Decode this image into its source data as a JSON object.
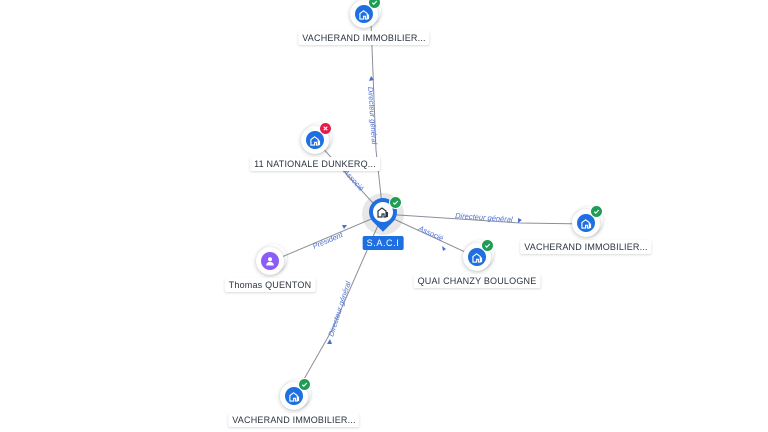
{
  "center": {
    "label": "S.A.C.I",
    "icon": "building-icon",
    "status": "active"
  },
  "nodes": [
    {
      "id": "top",
      "label": "VACHERAND IMMOBILIER...",
      "icon": "building-icon",
      "status": "active"
    },
    {
      "id": "nationale",
      "label": "11 NATIONALE DUNKERQ...",
      "icon": "building-icon",
      "status": "closed"
    },
    {
      "id": "right",
      "label": "VACHERAND IMMOBILIER...",
      "icon": "building-icon",
      "status": "active"
    },
    {
      "id": "quai",
      "label": "QUAI CHANZY BOULOGNE",
      "icon": "building-icon",
      "status": "active"
    },
    {
      "id": "thomas",
      "label": "Thomas QUENTON",
      "icon": "person-icon",
      "status": ""
    },
    {
      "id": "bottom",
      "label": "VACHERAND IMMOBILIER...",
      "icon": "building-icon",
      "status": "active"
    }
  ],
  "edges": [
    {
      "id": "e-top",
      "label": "Directeur général"
    },
    {
      "id": "e-nationale",
      "label": "Associé"
    },
    {
      "id": "e-right",
      "label": "Directeur général"
    },
    {
      "id": "e-quai",
      "label": "Associé"
    },
    {
      "id": "e-thomas",
      "label": "Président"
    },
    {
      "id": "e-bottom",
      "label": "Directeur général"
    }
  ],
  "colors": {
    "accent": "#1e6fe0",
    "active": "#1f9d55",
    "closed": "#e11d48",
    "person": "#8b5cf6",
    "edge_label": "#4a6fd6"
  }
}
